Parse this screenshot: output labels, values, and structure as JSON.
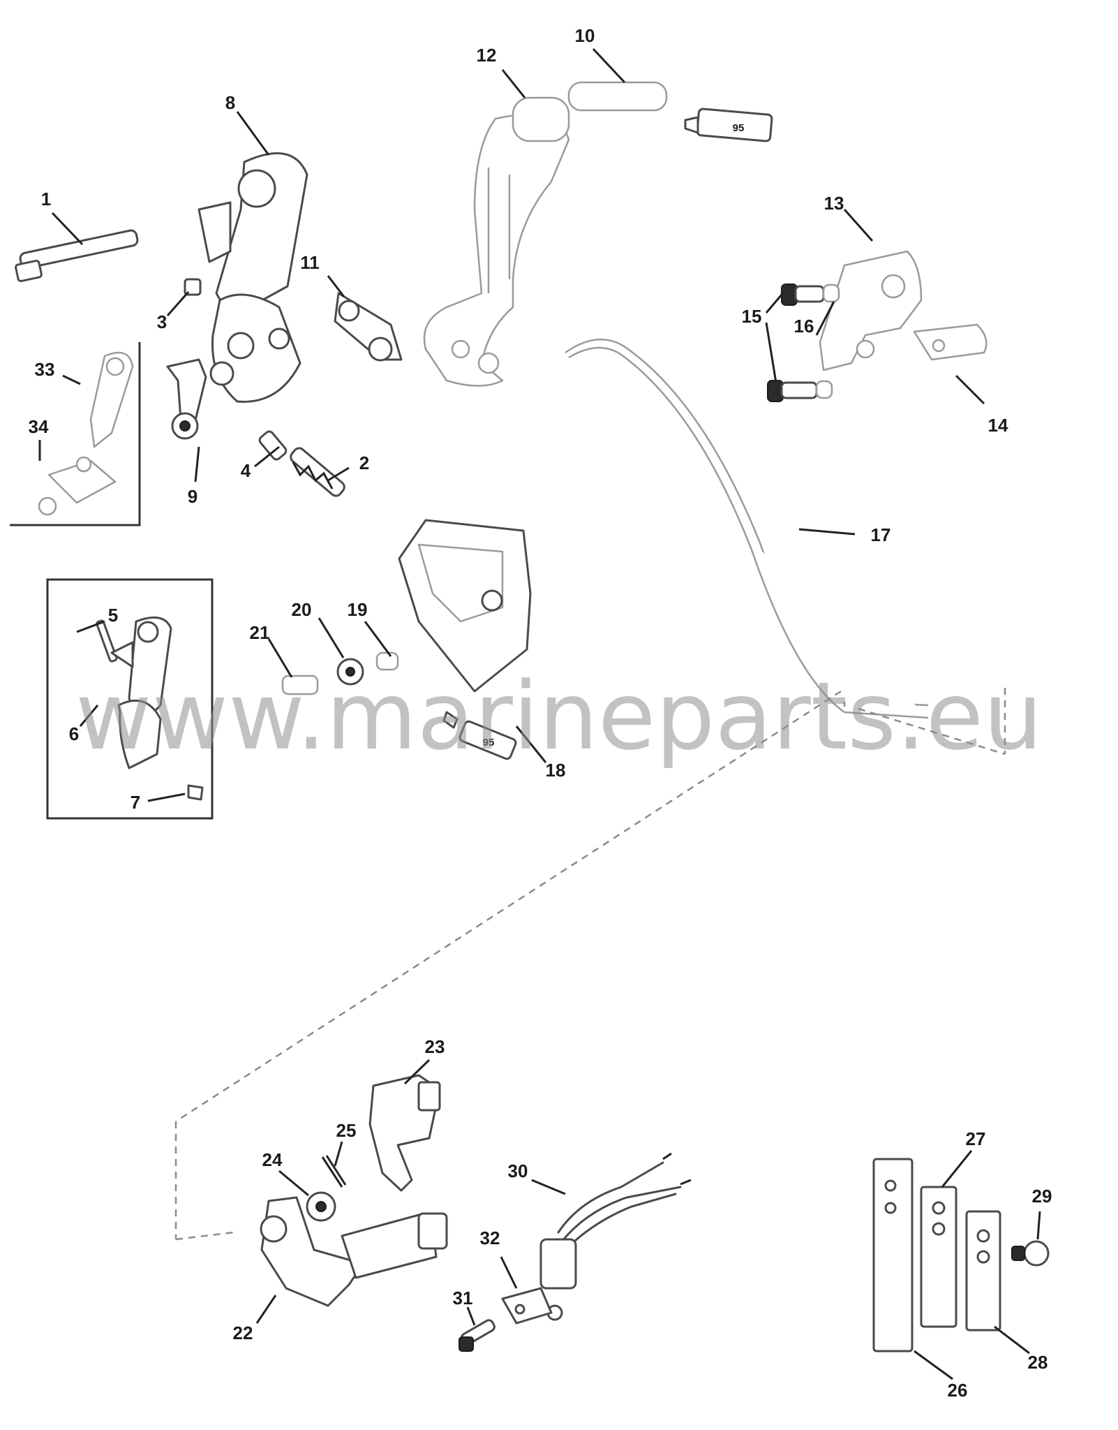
{
  "watermark": "www.marineparts.eu",
  "tube_label": "95",
  "callouts": [
    "1",
    "2",
    "3",
    "4",
    "5",
    "6",
    "7",
    "8",
    "9",
    "10",
    "11",
    "12",
    "13",
    "14",
    "15",
    "16",
    "17",
    "18",
    "19",
    "20",
    "21",
    "22",
    "23",
    "24",
    "25",
    "26",
    "27",
    "28",
    "29",
    "30",
    "31",
    "32",
    "33",
    "34"
  ]
}
